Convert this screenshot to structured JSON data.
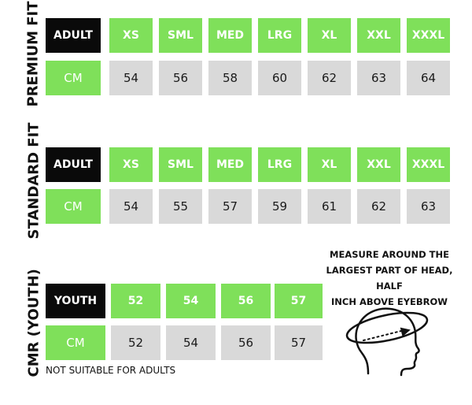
{
  "sections": {
    "premium": {
      "label": "PREMIUM FIT",
      "header": [
        "ADULT",
        "XS",
        "SML",
        "MED",
        "LRG",
        "XL",
        "XXL",
        "XXXL"
      ],
      "row": [
        "CM",
        "54",
        "56",
        "58",
        "60",
        "62",
        "63",
        "64"
      ]
    },
    "standard": {
      "label": "STANDARD FIT",
      "header": [
        "ADULT",
        "XS",
        "SML",
        "MED",
        "LRG",
        "XL",
        "XXL",
        "XXXL"
      ],
      "row": [
        "CM",
        "54",
        "55",
        "57",
        "59",
        "61",
        "62",
        "63"
      ]
    },
    "youth": {
      "label": "CMR (YOUTH)",
      "header": [
        "YOUTH",
        "52",
        "54",
        "56",
        "57"
      ],
      "row": [
        "CM",
        "52",
        "54",
        "56",
        "57"
      ],
      "note": "NOT SUITABLE FOR ADULTS"
    }
  },
  "measure_text": {
    "line1": "MEASURE AROUND THE",
    "line2": "LARGEST PART OF HEAD, HALF",
    "line3": "INCH ABOVE EYEBROW"
  },
  "icons": {
    "head": "head-measure-icon"
  },
  "colors": {
    "green": "#7fe05a",
    "black": "#0a0a0a",
    "grey": "#d9d9d9"
  }
}
